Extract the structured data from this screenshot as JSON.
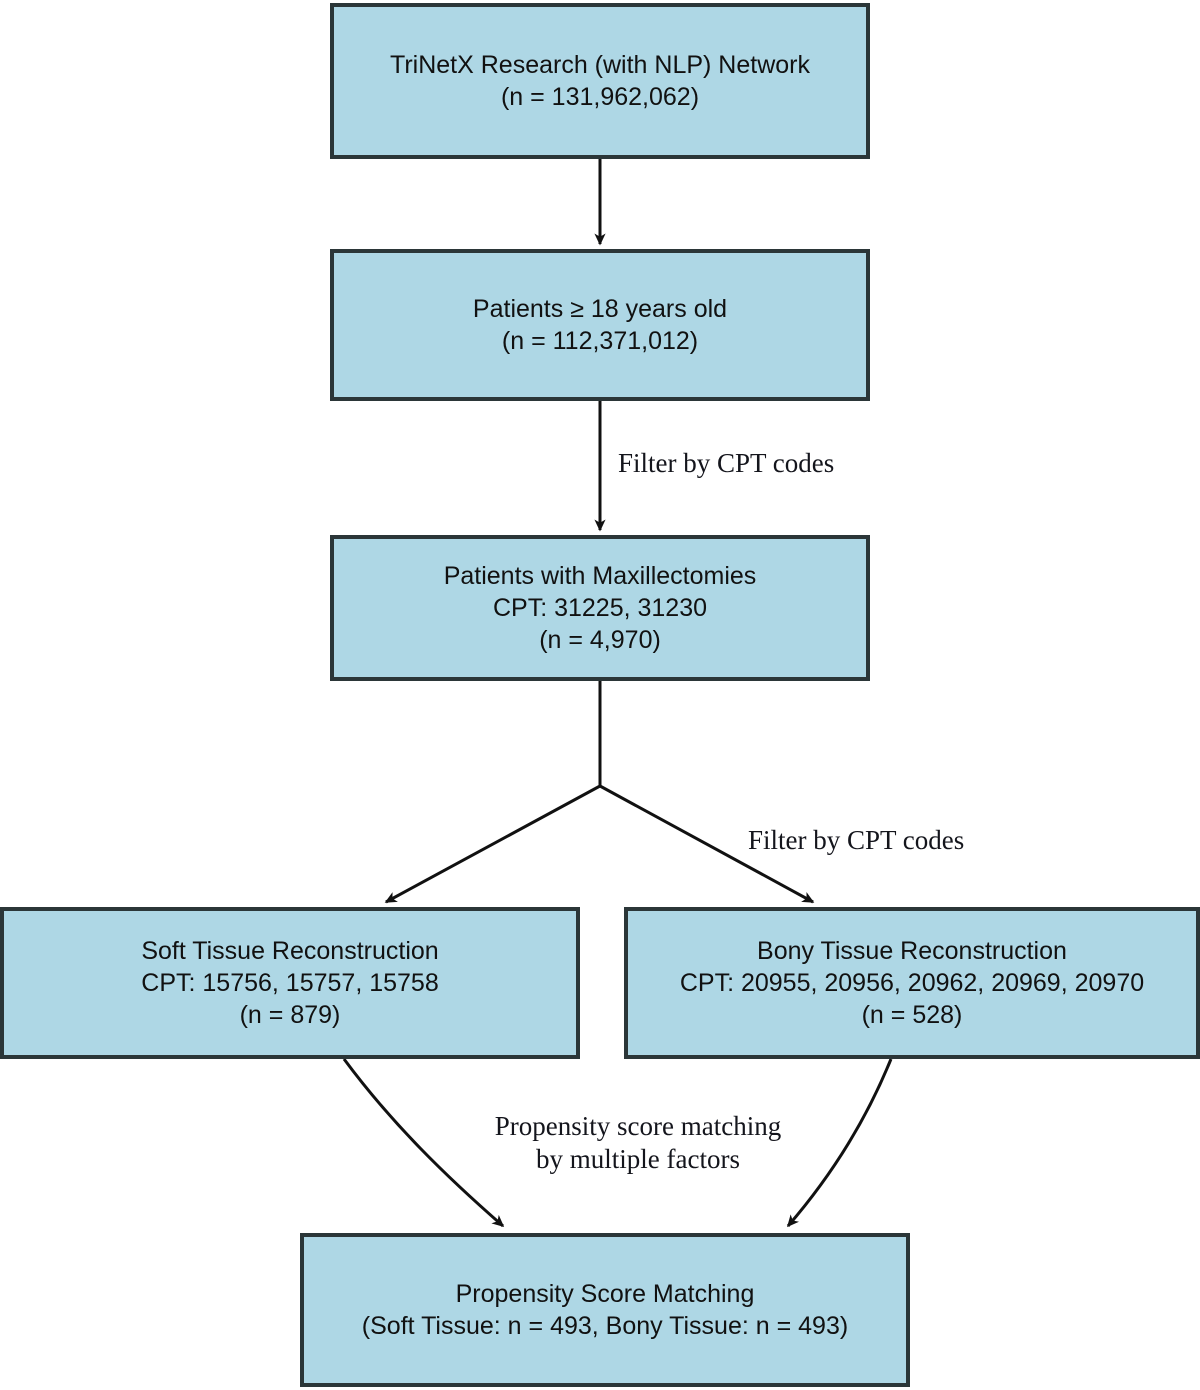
{
  "theme": {
    "box_fill": "#aed7e5",
    "box_border": "#2b3638",
    "arrow_color": "#111111",
    "text_color": "#111111",
    "label_color": "#14151c",
    "background": "#ffffff"
  },
  "chart_data": {
    "type": "diagram",
    "title": "Patient selection flow diagram",
    "nodes": [
      {
        "id": "source",
        "lines": [
          "TriNetX Research (with NLP) Network",
          "(n = 131,962,062)"
        ],
        "n": 131962062
      },
      {
        "id": "adults",
        "lines": [
          "Patients ≥ 18 years old",
          "(n = 112,371,012)"
        ],
        "n": 112371012
      },
      {
        "id": "maxillectomies",
        "lines": [
          "Patients with Maxillectomies",
          "CPT: 31225, 31230",
          "(n = 4,970)"
        ],
        "n": 4970
      },
      {
        "id": "soft-tissue",
        "lines": [
          "Soft Tissue Reconstruction",
          "CPT: 15756, 15757, 15758",
          "(n = 879)"
        ],
        "n": 879
      },
      {
        "id": "bony-tissue",
        "lines": [
          "Bony Tissue Reconstruction",
          "CPT: 20955, 20956, 20962, 20969, 20970",
          "(n = 528)"
        ],
        "n": 528
      },
      {
        "id": "propensity-score-matching",
        "lines": [
          "Propensity Score Matching",
          "(Soft Tissue: n = 493, Bony Tissue: n = 493)"
        ],
        "n_soft": 493,
        "n_bony": 493
      }
    ],
    "edge_labels": [
      {
        "id": "filter-cpt-1",
        "text": "Filter by CPT codes",
        "from": "adults",
        "to": "maxillectomies"
      },
      {
        "id": "filter-cpt-2",
        "text": "Filter by CPT codes",
        "from": "maxillectomies",
        "to": "bony-tissue"
      },
      {
        "id": "psm-label",
        "lines": [
          "Propensity score matching",
          "by multiple factors"
        ],
        "from": "soft-tissue/bony-tissue",
        "to": "propensity-score-matching"
      }
    ]
  },
  "nodes": {
    "source": {
      "line1": "TriNetX Research (with NLP) Network",
      "line2": "(n = 131,962,062)"
    },
    "adults": {
      "line1": "Patients ≥ 18 years old",
      "line2": "(n = 112,371,012)"
    },
    "maxillectomies": {
      "line1": "Patients with Maxillectomies",
      "line2": "CPT: 31225, 31230",
      "line3": "(n = 4,970)"
    },
    "soft_tissue": {
      "line1": "Soft Tissue Reconstruction",
      "line2": "CPT: 15756, 15757, 15758",
      "line3": "(n = 879)"
    },
    "bony_tissue": {
      "line1": "Bony Tissue Reconstruction",
      "line2": "CPT: 20955, 20956, 20962, 20969, 20970",
      "line3": "(n = 528)"
    },
    "propensity": {
      "line1": "Propensity Score Matching",
      "line2": "(Soft Tissue: n = 493, Bony Tissue: n = 493)"
    }
  },
  "labels": {
    "filter_cpt_1": "Filter by CPT codes",
    "filter_cpt_2": "Filter by CPT codes",
    "psm_line1": "Propensity score matching",
    "psm_line2": "by multiple factors"
  }
}
